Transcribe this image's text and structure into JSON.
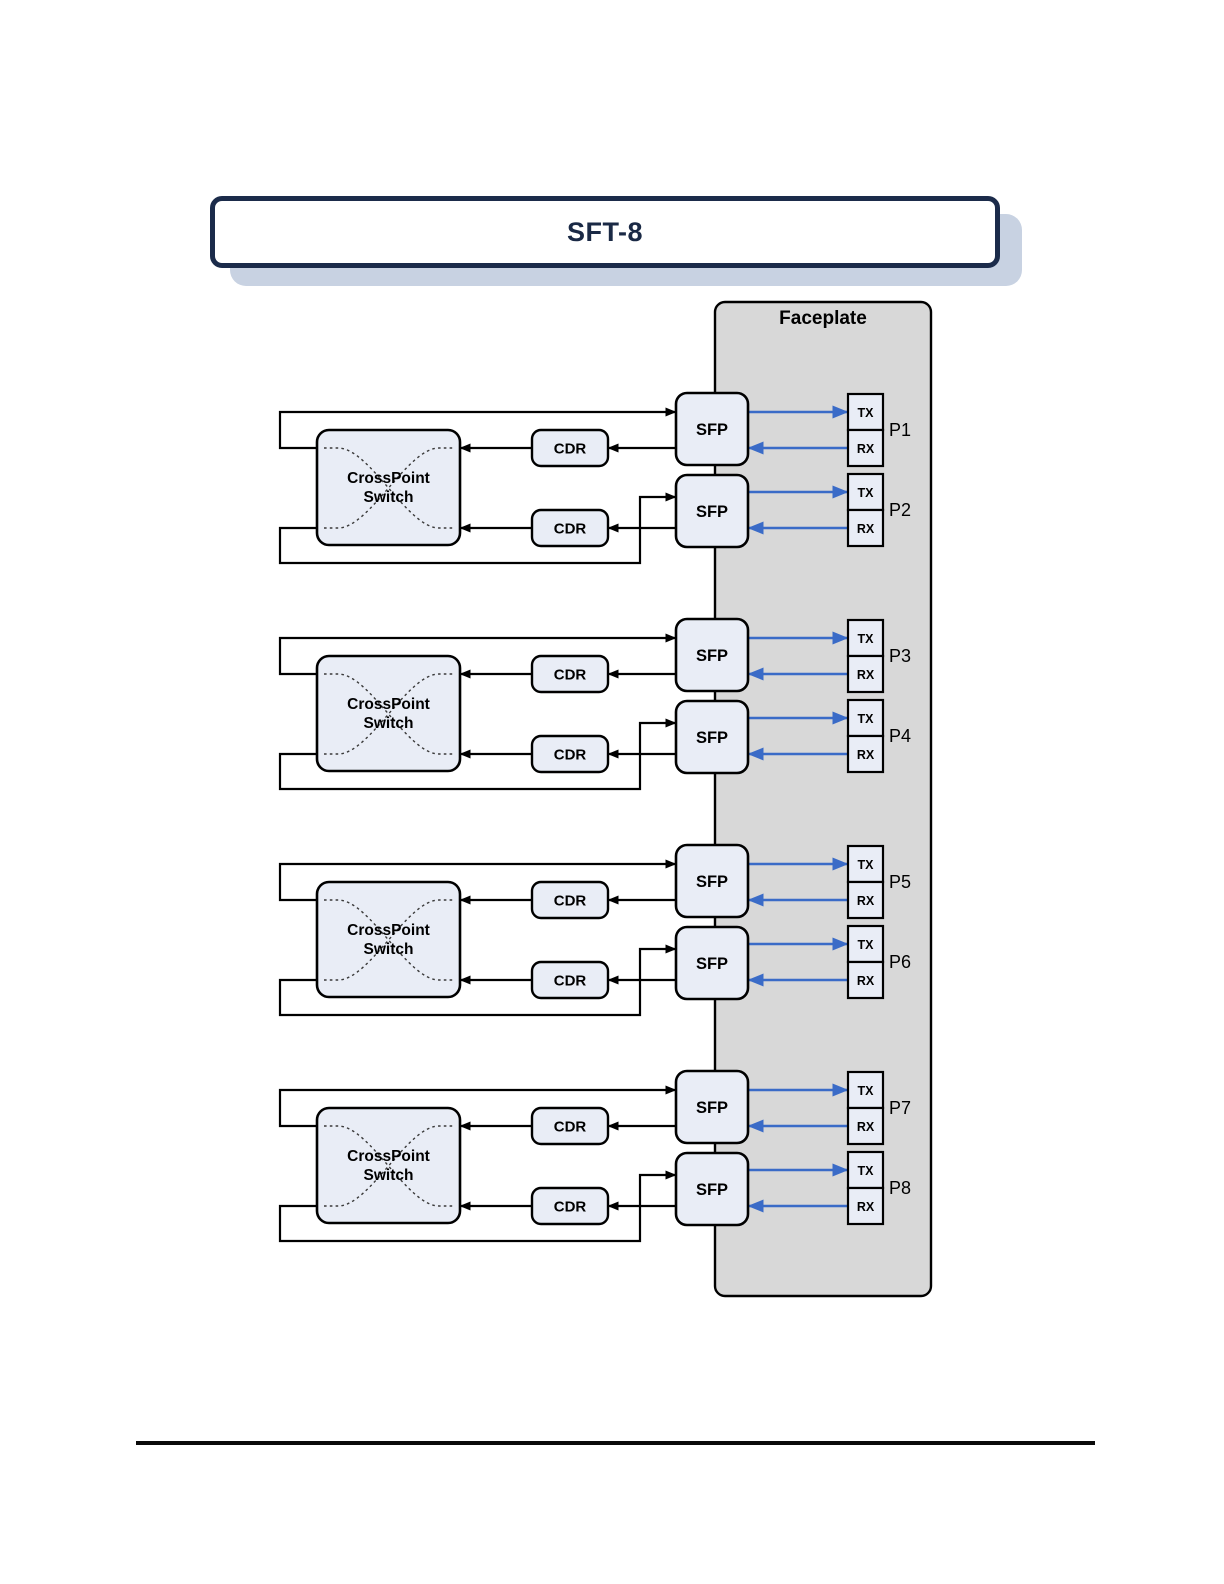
{
  "title": {
    "text": "SFT-8"
  },
  "faceplate": {
    "label": "Faceplate"
  },
  "blocks": {
    "switch_line1": "CrossPoint",
    "switch_line2": "Switch",
    "cdr_label": "CDR",
    "sfp_label": "SFP",
    "tx_label": "TX",
    "rx_label": "RX"
  },
  "groups": [
    {
      "ports": [
        "P1",
        "P2"
      ]
    },
    {
      "ports": [
        "P3",
        "P4"
      ]
    },
    {
      "ports": [
        "P5",
        "P6"
      ]
    },
    {
      "ports": [
        "P7",
        "P8"
      ]
    }
  ],
  "colors": {
    "title_border": "#1b2b4a",
    "title_text": "#1a2945",
    "title_shadow": "#c8d2e2",
    "faceplate_fill": "#d8d8d8",
    "block_fill": "#e9edf6",
    "wire_black": "#000000",
    "arrow_blue": "#3a6bc7",
    "dashed_cross": "#3a3a3a"
  }
}
